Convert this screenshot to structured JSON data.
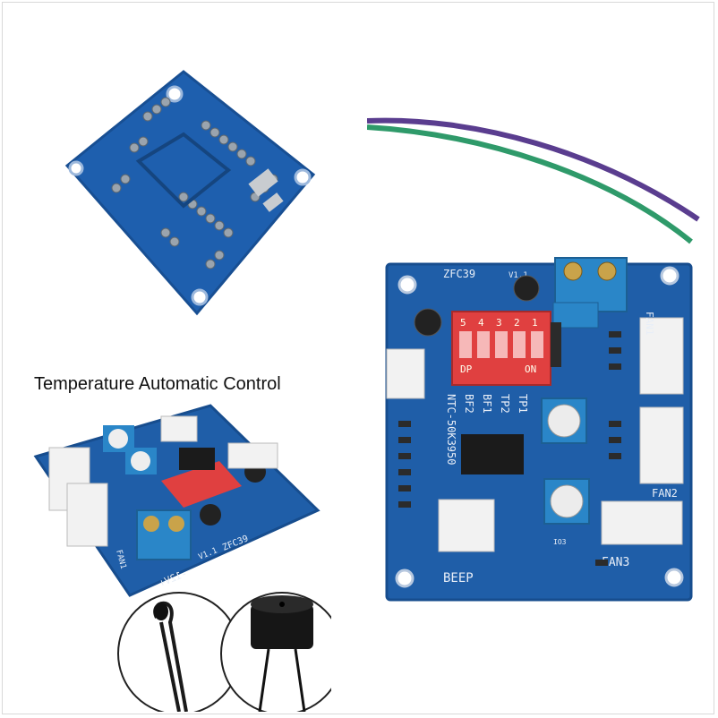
{
  "caption": "Temperature Automatic Control",
  "board_main": {
    "model": "ZFC39",
    "version": "V1.1",
    "dip_numbers": [
      "5",
      "4",
      "3",
      "2",
      "1"
    ],
    "dip_left": "DP",
    "dip_right": "ON",
    "dip_labels": [
      "NTC-50K3950",
      "BF2",
      "BF1",
      "TP2",
      "TP1"
    ],
    "fan_labels": [
      "FAN1",
      "FAN2",
      "FAN3"
    ],
    "beep_label": "BEEP",
    "part_labels": [
      "IO3"
    ]
  },
  "board_small": {
    "model": "ZFC39",
    "version": "V1.1",
    "power_label": "-12V+",
    "fan_label": "FAN1"
  },
  "colors": {
    "pcb": "#1f5ea8",
    "pcb_dark": "#16498a",
    "dip": "#e04040",
    "terminal": "#2a86c8",
    "wire_purple": "#5a3d8f",
    "wire_green": "#2f9a6a"
  }
}
